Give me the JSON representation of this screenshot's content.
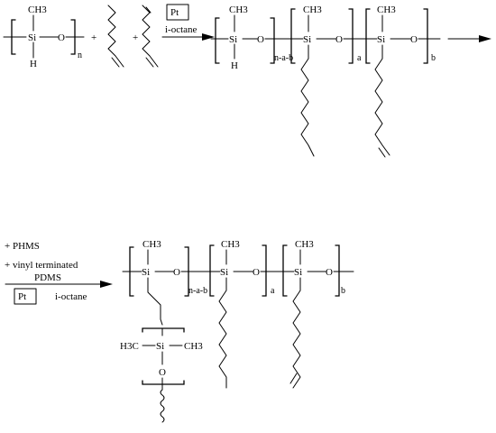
{
  "step1": {
    "reactant": {
      "ch3": "CH3",
      "si": "Si",
      "o": "O",
      "h": "H",
      "n": "n"
    },
    "plus1": "+",
    "plus2": "+",
    "catalyst": "Pt",
    "solvent": "i-octane",
    "product": {
      "ch3_1": "CH3",
      "ch3_2": "CH3",
      "ch3_3": "CH3",
      "si_1": "Si",
      "si_2": "Si",
      "si_3": "Si",
      "o_1": "O",
      "o_2": "O",
      "o_3": "O",
      "h": "H",
      "sub1": "n-a-b",
      "sub2": "a",
      "sub3": "b"
    }
  },
  "step2": {
    "cond1": "+ PHMS",
    "cond2": "+ vinyl terminated",
    "cond3": "PDMS",
    "catalyst": "Pt",
    "solvent": "i-octane",
    "product": {
      "ch3_1": "CH3",
      "ch3_2": "CH3",
      "ch3_3": "CH3",
      "si_1": "Si",
      "si_2": "Si",
      "si_3": "Si",
      "o_1": "O",
      "o_2": "O",
      "o_3": "O",
      "sub1": "n-a-b",
      "sub2": "a",
      "sub3": "b",
      "pdms_si": "Si",
      "pdms_h3c": "H3C",
      "pdms_ch3": "CH3",
      "pdms_o": "O"
    }
  }
}
